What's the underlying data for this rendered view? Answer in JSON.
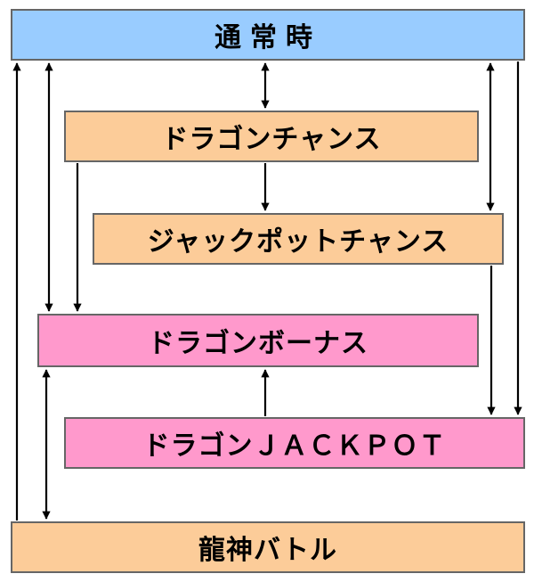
{
  "nodes": {
    "normal": "通常時",
    "dragon_chance": "ドラゴンチャンス",
    "jackpot_chance": "ジャックポットチャンス",
    "dragon_bonus": "ドラゴンボーナス",
    "dragon_jackpot": "ドラゴンＪＡＣＫＰＯＴ",
    "ryujin_battle": "龍神バトル"
  },
  "colors": {
    "normal": "#99ccff",
    "chance": "#fccc99",
    "bonus": "#ff99cc",
    "border": "#666666"
  }
}
